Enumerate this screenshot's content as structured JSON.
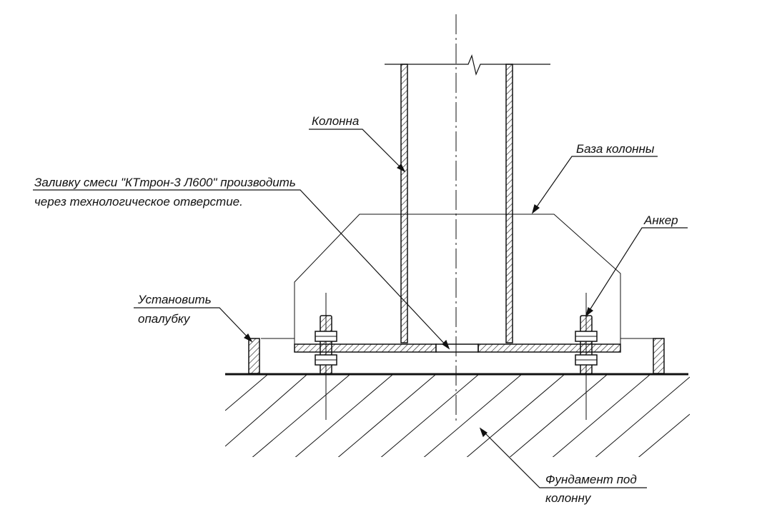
{
  "labels": {
    "column": "Колонна",
    "column_base": "База колонны",
    "grout_line1": "Заливку смеси \"КТтрон-3 Л600\" производить",
    "grout_line2": "через технологическое отверстие.",
    "anchor": "Анкер",
    "formwork_line1": "Установить",
    "formwork_line2": "опалубку",
    "foundation_line1": "Фундамент под",
    "foundation_line2": "колонну"
  },
  "colors": {
    "line": "#111111",
    "background": "#ffffff"
  }
}
